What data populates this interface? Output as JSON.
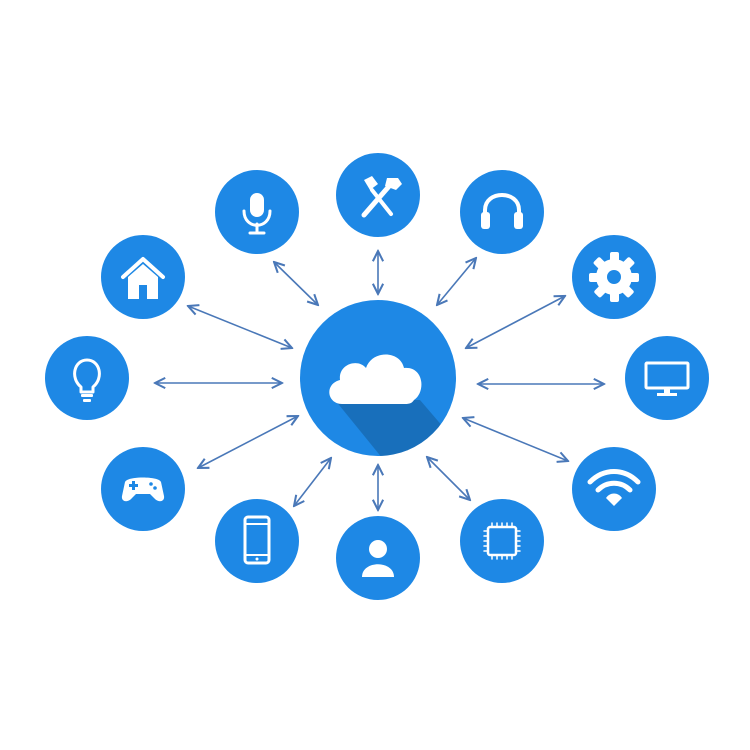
{
  "colors": {
    "node": "#1e88e5",
    "hub": "#1e88e5",
    "connector": "#4a78b8",
    "glyph": "#ffffff",
    "background": "#ffffff"
  },
  "hub": {
    "icon": "cloud-icon"
  },
  "nodes": [
    {
      "id": "microphone",
      "icon": "microphone-icon"
    },
    {
      "id": "tools",
      "icon": "hammer-screwdriver-icon"
    },
    {
      "id": "headphones",
      "icon": "headphones-icon"
    },
    {
      "id": "home",
      "icon": "house-icon"
    },
    {
      "id": "settings",
      "icon": "gear-icon"
    },
    {
      "id": "lightbulb",
      "icon": "lightbulb-icon"
    },
    {
      "id": "monitor",
      "icon": "monitor-icon"
    },
    {
      "id": "gamepad",
      "icon": "gamepad-icon"
    },
    {
      "id": "wifi",
      "icon": "wifi-icon"
    },
    {
      "id": "smartphone",
      "icon": "smartphone-icon"
    },
    {
      "id": "user",
      "icon": "user-icon"
    },
    {
      "id": "chip",
      "icon": "chip-icon"
    }
  ],
  "connections": [
    {
      "from": "hub",
      "to": "microphone",
      "bidirectional": true
    },
    {
      "from": "hub",
      "to": "tools",
      "bidirectional": true
    },
    {
      "from": "hub",
      "to": "headphones",
      "bidirectional": true
    },
    {
      "from": "hub",
      "to": "home",
      "bidirectional": true
    },
    {
      "from": "hub",
      "to": "settings",
      "bidirectional": true
    },
    {
      "from": "hub",
      "to": "lightbulb",
      "bidirectional": true
    },
    {
      "from": "hub",
      "to": "monitor",
      "bidirectional": true
    },
    {
      "from": "hub",
      "to": "gamepad",
      "bidirectional": true
    },
    {
      "from": "hub",
      "to": "wifi",
      "bidirectional": true
    },
    {
      "from": "hub",
      "to": "smartphone",
      "bidirectional": true
    },
    {
      "from": "hub",
      "to": "user",
      "bidirectional": true
    },
    {
      "from": "hub",
      "to": "chip",
      "bidirectional": true
    }
  ]
}
